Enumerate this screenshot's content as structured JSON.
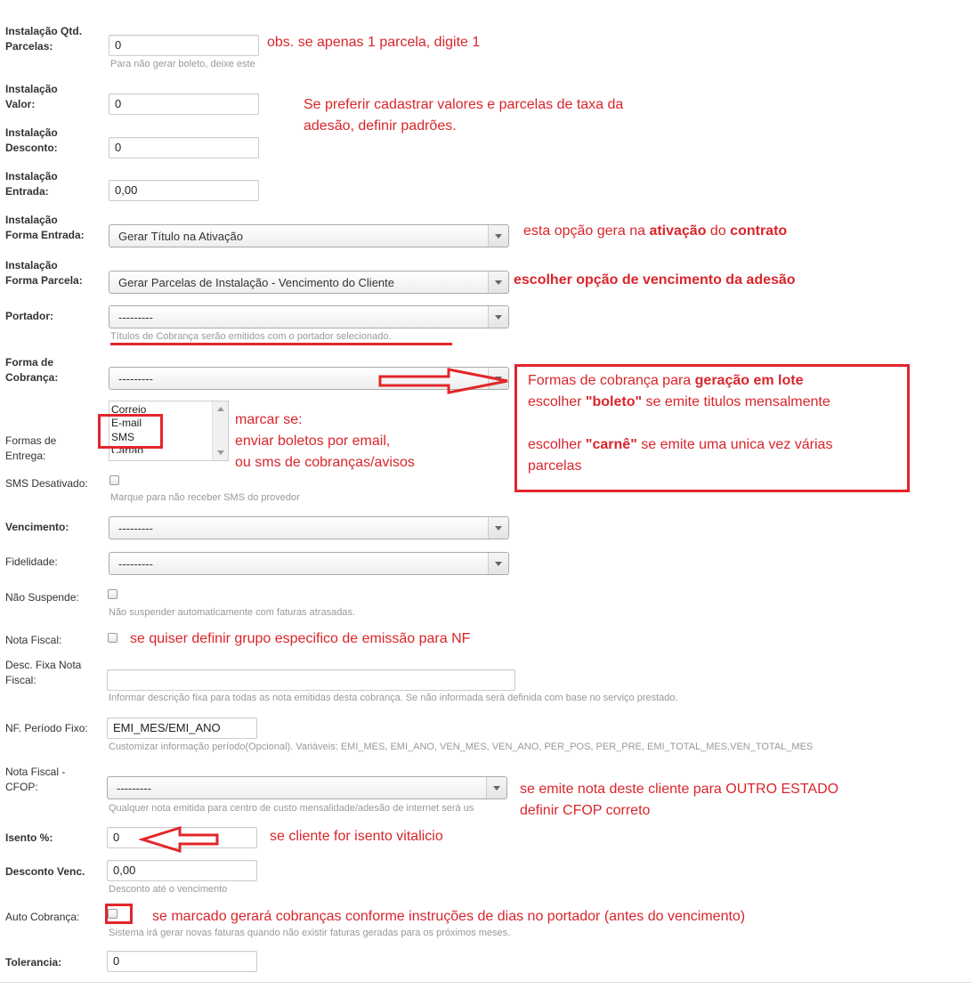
{
  "fields": {
    "inst_qtd_parcelas": {
      "label_1": "Instalação Qtd.",
      "label_2": "Parcelas:",
      "value": "0",
      "help": "Para não gerar boleto, deixe este"
    },
    "inst_valor": {
      "label_1": "Instalação",
      "label_2": "Valor:",
      "value": "0"
    },
    "inst_desconto": {
      "label_1": "Instalação",
      "label_2": "Desconto:",
      "value": "0"
    },
    "inst_entrada": {
      "label_1": "Instalação",
      "label_2": "Entrada:",
      "value": "0,00"
    },
    "inst_forma_entrada": {
      "label_1": "Instalação",
      "label_2": "Forma Entrada:",
      "value": "Gerar Título na Ativação"
    },
    "inst_forma_parcela": {
      "label_1": "Instalação",
      "label_2": "Forma Parcela:",
      "value": "Gerar Parcelas de Instalação - Vencimento do Cliente"
    },
    "portador": {
      "label": "Portador:",
      "value": "---------",
      "help": "Títulos de Cobrança serão emitidos com o portador selecionado."
    },
    "forma_cobranca": {
      "label_1": "Forma de",
      "label_2": "Cobrança:",
      "value": "---------"
    },
    "formas_entrega": {
      "label_1": "Formas de",
      "label_2": "Entrega:",
      "options": [
        "Correio",
        "E-mail",
        "SMS",
        "Cartão"
      ]
    },
    "sms_desativado": {
      "label": "SMS Desativado:",
      "help": "Marque para não receber SMS do provedor"
    },
    "vencimento": {
      "label": "Vencimento:",
      "value": "---------"
    },
    "fidelidade": {
      "label": "Fidelidade:",
      "value": "---------"
    },
    "nao_suspende": {
      "label": "Não Suspende:",
      "help": "Não suspender automaticamente com faturas atrasadas."
    },
    "nota_fiscal": {
      "label": "Nota Fiscal:"
    },
    "desc_fixa_nf": {
      "label_1": "Desc. Fixa Nota",
      "label_2": "Fiscal:",
      "value": "",
      "help": "Informar descrição fixa para todas as nota emitidas desta cobrança. Se não informada será definida com base no serviço prestado."
    },
    "nf_periodo_fixo": {
      "label": "NF. Período Fixo:",
      "value": "EMI_MES/EMI_ANO",
      "help": "Customizar informação período(Opcional). Variáveis: EMI_MES, EMI_ANO, VEN_MES, VEN_ANO, PER_POS, PER_PRE, EMI_TOTAL_MES,VEN_TOTAL_MES"
    },
    "nf_cfop": {
      "label_1": "Nota Fiscal -",
      "label_2": "CFOP:",
      "value": "---------",
      "help": "Qualquer nota emitida para centro de custo mensalidade/adesão de internet será us"
    },
    "isento": {
      "label": "Isento %:",
      "value": "0"
    },
    "desconto_venc": {
      "label": "Desconto Venc.",
      "value": "0,00",
      "help": "Desconto até o vencimento"
    },
    "auto_cobranca": {
      "label": "Auto Cobrança:",
      "help": "Sistema irá gerar novas faturas quando não existir faturas geradas para os próximos meses."
    },
    "tolerancia": {
      "label": "Tolerancia:",
      "value": "0"
    }
  },
  "notes": {
    "n1": "obs. se apenas 1 parcela, digite 1",
    "n2_l1": "Se preferir cadastrar valores e parcelas de taxa da",
    "n2_l2": "adesão, definir padrões.",
    "n3_pre": "esta opção gera na ",
    "n3_b1": "ativação",
    "n3_mid": " do ",
    "n3_b2": "contrato",
    "n4": "escolher opção de vencimento da adesão",
    "n5_l1_pre": "Formas de cobrança para ",
    "n5_l1_b": "geração em lote",
    "n5_l2_pre": "escolher ",
    "n5_l2_b": "\"boleto\"",
    "n5_l2_post": " se emite titulos mensalmente",
    "n5_l3_pre": "escolher ",
    "n5_l3_b": "\"carnê\"",
    "n5_l3_post": " se emite uma unica vez várias",
    "n5_l4": "parcelas",
    "n6_l1": "marcar se:",
    "n6_l2": "enviar boletos por email,",
    "n6_l3": "ou sms de cobranças/avisos",
    "n7": "se quiser definir grupo especifico de emissão para NF",
    "n8_l1": "se emite nota deste cliente para OUTRO ESTADO",
    "n8_l2": "definir CFOP correto",
    "n9": "se cliente for isento vitalicio",
    "n10": "se marcado gerará cobranças conforme instruções de dias no portador (antes do vencimento)"
  },
  "colors": {
    "annotation": "#e3262b"
  }
}
